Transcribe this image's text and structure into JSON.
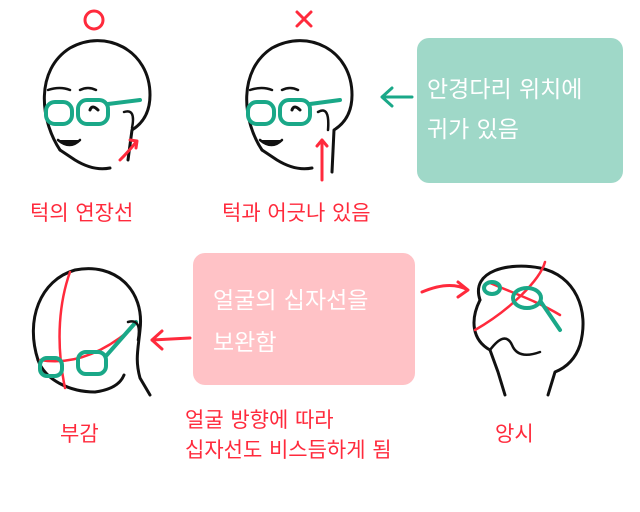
{
  "colors": {
    "accent_red": "#ff2a3c",
    "glasses_teal": "#1aa888",
    "teal_box": "#9fd8c8",
    "pink_box": "#ffc2c6"
  },
  "top": {
    "good_mark": "○",
    "bad_mark": "×",
    "good_caption": "턱의 연장선",
    "bad_caption": "턱과 어긋나 있음",
    "note_line1": "안경다리 위치에",
    "note_line2": "귀가 있음"
  },
  "bottom": {
    "note_line1": "얼굴의 십자선을",
    "note_line2": "보완함",
    "high_angle_caption": "부감",
    "low_angle_caption": "앙시",
    "direction_line1": "얼굴 방향에 따라",
    "direction_line2": "십자선도 비스듬하게 됨"
  }
}
